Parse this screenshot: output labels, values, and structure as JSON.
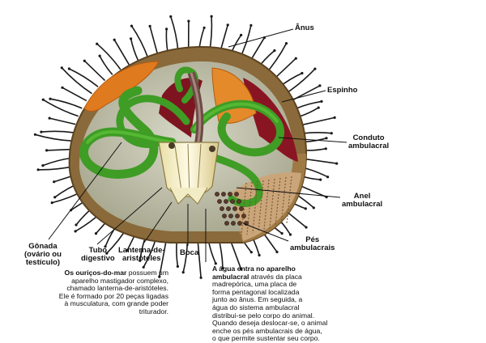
{
  "labels": {
    "anus": "Ânus",
    "spine": "Espinho",
    "ambulacral_canal": [
      "Conduto",
      "ambulacral"
    ],
    "ambulacral_ring": [
      "Anel",
      "ambulacral"
    ],
    "tube_feet": [
      "Pés",
      "ambulacrais"
    ],
    "gonad": [
      "Gônada",
      "(ovário ou",
      "testículo)"
    ],
    "gut": [
      "Tubo",
      "digestivo"
    ],
    "lantern": [
      "Lanterna-de-",
      "aristóteles"
    ],
    "mouth": "Boca"
  },
  "texts": {
    "left": {
      "bold_lead": "Os ouriços-do-mar",
      "line1_rest": " possuem um",
      "lines": [
        "aparelho mastigador complexo,",
        "chamado lanterna-de-aristóteles.",
        "Ele é formado por 20 peças ligadas",
        "à musculatura, com grande poder",
        "triturador."
      ]
    },
    "right": {
      "bold_line1": "A água entra no aparelho",
      "bold_line2_lead": "ambulacral",
      "line2_rest": " através da placa",
      "lines": [
        "madrepórica, uma placa de",
        "forma pentagonal localizada",
        "junto ao ânus. Em seguida, a",
        "água do sistema ambulacral",
        "distribui-se pelo corpo do animal.",
        "Quando deseja deslocar-se, o animal",
        "enche os pés ambulacrais de água,",
        "o que permite sustentar seu corpo."
      ]
    }
  },
  "colors": {
    "shell": "#8a6a3a",
    "cavity": "#c9c9b4",
    "gonad": "#e07a1e",
    "gut": "#4db02e",
    "maroon": "#8a1522",
    "spine": "#1a1a1a"
  }
}
